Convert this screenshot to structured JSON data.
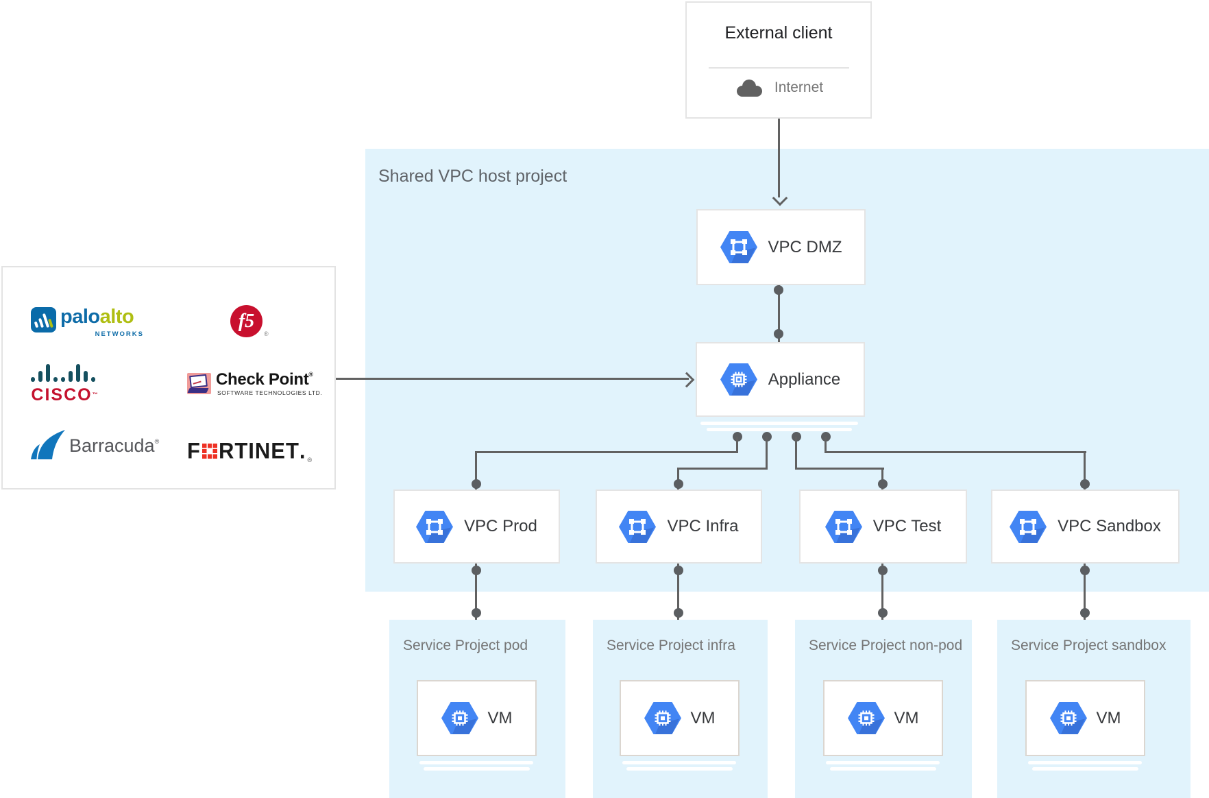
{
  "external_client": {
    "title": "External client",
    "network_label": "Internet"
  },
  "zone": {
    "label": "Shared VPC host project"
  },
  "nodes": {
    "dmz": {
      "label": "VPC DMZ"
    },
    "appliance": {
      "label": "Appliance"
    }
  },
  "vpcs": [
    {
      "label": "VPC Prod"
    },
    {
      "label": "VPC Infra"
    },
    {
      "label": "VPC Test"
    },
    {
      "label": "VPC Sandbox"
    }
  ],
  "services": [
    {
      "label": "Service Project pod",
      "vm_label": "VM"
    },
    {
      "label": "Service Project infra",
      "vm_label": "VM"
    },
    {
      "label": "Service Project non-pod",
      "vm_label": "VM"
    },
    {
      "label": "Service Project sandbox",
      "vm_label": "VM"
    }
  ],
  "vendors": {
    "paloalto": {
      "word1": "palo",
      "word2": "alto",
      "sub": "NETWORKS"
    },
    "f5": {
      "mark": "f5",
      "reg": "®"
    },
    "cisco": {
      "mark": "CISCO",
      "tm": "™"
    },
    "checkpoint": {
      "name": "Check Point",
      "reg": "®",
      "sub": "SOFTWARE TECHNOLOGIES LTD."
    },
    "barracuda": {
      "name": "Barracuda",
      "reg": "®"
    },
    "fortinet": {
      "part1": "F",
      "part2": "RTINET",
      "part3": ".",
      "reg": "®"
    }
  },
  "colors": {
    "zone_background": "#E1F3FC",
    "node_icon_blue": "#4285F4",
    "connector_gray": "#616161",
    "palo_alto_blue": "#0E6CA8",
    "palo_alto_green": "#AFBE12",
    "f5_red": "#C8102E",
    "cisco_red": "#C4122E",
    "cisco_bars_teal": "#15505F",
    "check_point_pink": "#F09B99",
    "check_point_purple": "#3A2F85",
    "barracuda_blue": "#1176BC",
    "fortinet_red": "#EE3124"
  }
}
